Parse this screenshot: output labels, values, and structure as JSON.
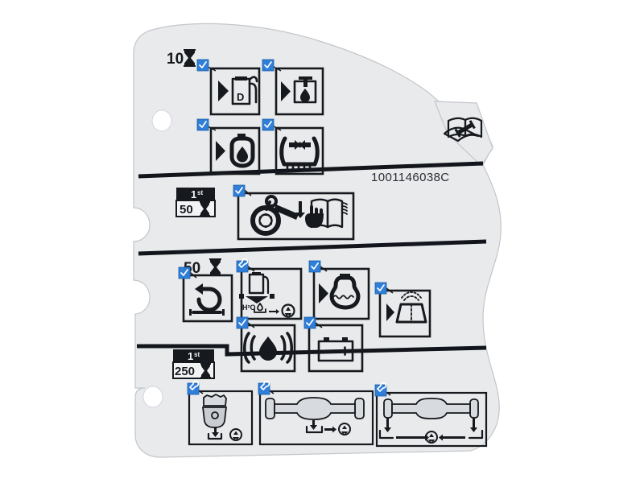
{
  "image": {
    "kind": "equipment-maintenance-decal",
    "background_color": "#ffffff",
    "plate_color": "#e9eaec",
    "ink_color": "#16191d",
    "accent_color": "#2f7ed8",
    "part_number": "1001146038C"
  },
  "sections": [
    {
      "id": "every-10-hours",
      "interval_label": "10",
      "interval_symbol": "hourglass-icon",
      "badge_type": "plain",
      "items": [
        {
          "id": "fuel-level",
          "marker": "check",
          "icon": "diesel-fuel-pump-icon",
          "text": "D"
        },
        {
          "id": "engine-oil-level",
          "marker": "check",
          "icon": "engine-oil-dipstick-icon",
          "text": ""
        },
        {
          "id": "engine-oil-fill",
          "marker": "check",
          "icon": "oil-can-funnel-icon",
          "text": ""
        },
        {
          "id": "tire-pressure",
          "marker": "check",
          "icon": "tire-pressure-icon",
          "text": ""
        }
      ]
    },
    {
      "id": "first-50-hours",
      "interval_label": "50",
      "interval_prefix": "1",
      "interval_prefix_sup": "st",
      "interval_symbol": "hourglass-icon",
      "badge_type": "first",
      "items": [
        {
          "id": "wheel-nut-torque-manual",
          "marker": "check",
          "icon": "wheel-torque-wrench-manual-icon",
          "text": ""
        }
      ]
    },
    {
      "id": "every-50-hours",
      "interval_label": "50",
      "interval_symbol": "hourglass-icon",
      "badge_type": "plain",
      "items": [
        {
          "id": "grease-points",
          "marker": "check",
          "icon": "grease-gun-icon",
          "text": ""
        },
        {
          "id": "fuel-water-separator",
          "marker": "wrench",
          "icon": "fuel-water-drain-icon",
          "text": "H²O"
        },
        {
          "id": "coolant-level",
          "marker": "check",
          "icon": "coolant-reservoir-icon",
          "text": ""
        },
        {
          "id": "hydraulic-oil-level",
          "marker": "check",
          "icon": "hydraulic-oil-level-icon",
          "text": ""
        },
        {
          "id": "battery-check",
          "marker": "check",
          "icon": "battery-icon",
          "text": ""
        },
        {
          "id": "radiator-clean",
          "marker": "check",
          "icon": "radiator-fins-clean-icon",
          "text": ""
        }
      ]
    },
    {
      "id": "first-250-hours",
      "interval_label": "250",
      "interval_prefix": "1",
      "interval_prefix_sup": "st",
      "interval_symbol": "hourglass-icon",
      "badge_type": "first",
      "items": [
        {
          "id": "engine-oil-change",
          "marker": "wrench",
          "icon": "engine-oil-drain-recycle-icon",
          "text": ""
        },
        {
          "id": "front-axle-oil",
          "marker": "wrench",
          "icon": "axle-oil-drain-icon",
          "text": ""
        },
        {
          "id": "rear-axle-oil",
          "marker": "wrench",
          "icon": "axle-oil-change-icon",
          "text": ""
        }
      ]
    }
  ],
  "tab": {
    "id": "operator-manual-tab",
    "icon": "manual-wrench-icon"
  },
  "markers": {
    "check": {
      "name": "check-marker-badge",
      "color": "#2f7ed8",
      "glyph": "checkmark"
    },
    "wrench": {
      "name": "wrench-marker-badge",
      "color": "#2f7ed8",
      "glyph": "wrench"
    }
  }
}
